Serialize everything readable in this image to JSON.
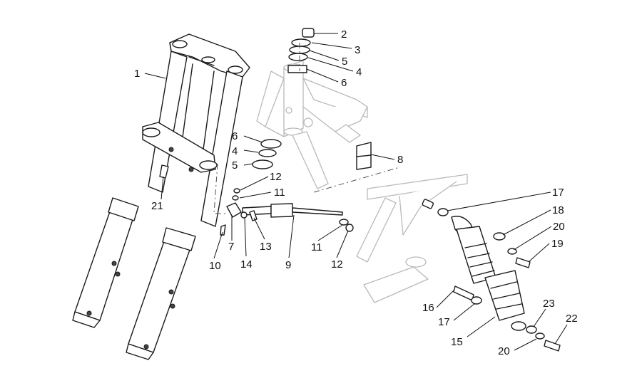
{
  "callouts": [
    {
      "id": "c1",
      "text": "1"
    },
    {
      "id": "c2",
      "text": "2"
    },
    {
      "id": "c3",
      "text": "3"
    },
    {
      "id": "c5a",
      "text": "5"
    },
    {
      "id": "c4a",
      "text": "4"
    },
    {
      "id": "c6a",
      "text": "6"
    },
    {
      "id": "c6b",
      "text": "6"
    },
    {
      "id": "c4b",
      "text": "4"
    },
    {
      "id": "c5b",
      "text": "5"
    },
    {
      "id": "c8",
      "text": "8"
    },
    {
      "id": "c12a",
      "text": "12"
    },
    {
      "id": "c11a",
      "text": "11"
    },
    {
      "id": "c21",
      "text": "21"
    },
    {
      "id": "c10",
      "text": "10"
    },
    {
      "id": "c7",
      "text": "7"
    },
    {
      "id": "c14",
      "text": "14"
    },
    {
      "id": "c13",
      "text": "13"
    },
    {
      "id": "c9",
      "text": "9"
    },
    {
      "id": "c11b",
      "text": "11"
    },
    {
      "id": "c12b",
      "text": "12"
    },
    {
      "id": "c17a",
      "text": "17"
    },
    {
      "id": "c18",
      "text": "18"
    },
    {
      "id": "c20a",
      "text": "20"
    },
    {
      "id": "c19",
      "text": "19"
    },
    {
      "id": "c16",
      "text": "16"
    },
    {
      "id": "c17b",
      "text": "17"
    },
    {
      "id": "c23",
      "text": "23"
    },
    {
      "id": "c22",
      "text": "22"
    },
    {
      "id": "c15",
      "text": "15"
    },
    {
      "id": "c20b",
      "text": "20"
    }
  ]
}
